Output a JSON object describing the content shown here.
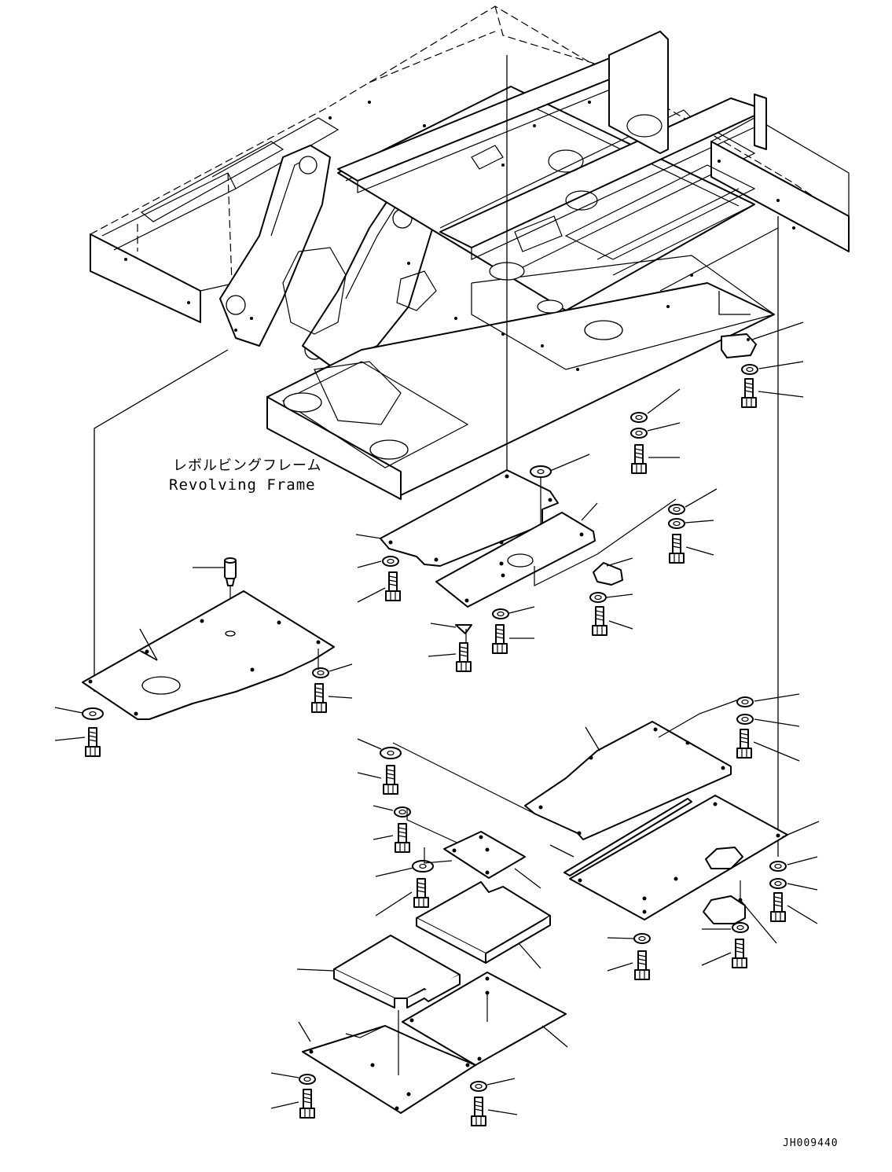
{
  "labels": {
    "frame_jp": "レボルビングフレーム",
    "frame_en": "Revolving Frame",
    "drawing_id": "JH009440"
  },
  "colors": {
    "line": "#000000",
    "background": "#ffffff"
  }
}
